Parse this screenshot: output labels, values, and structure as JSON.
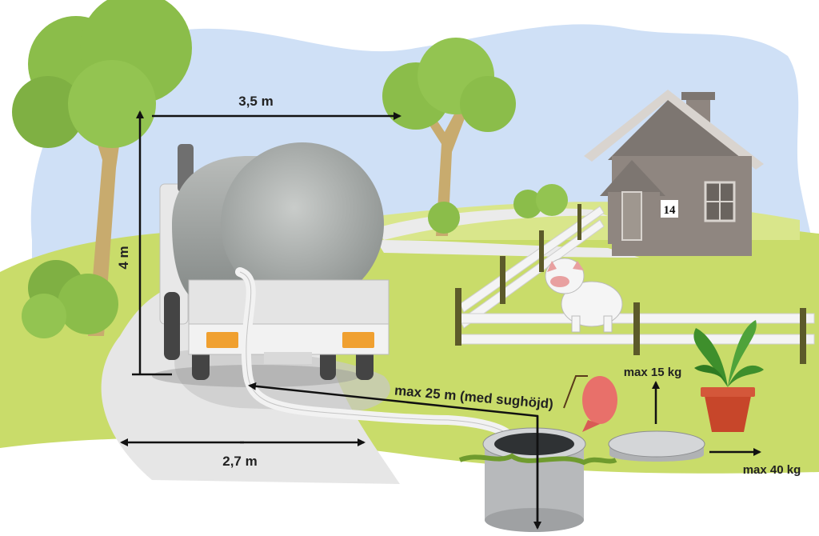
{
  "labels": {
    "width_clearance": "3,5 m",
    "height_clearance": "4 m",
    "road_width": "2,7 m",
    "hose_length": "max 25 m (med sughöjd)",
    "lid_lift": "max 15 kg",
    "lid_push": "max 40 kg",
    "house_number": "14"
  },
  "colors": {
    "sky": "#cfe0f6",
    "grass": "#c9dc6a",
    "grass_light": "#d9e68b",
    "road": "#e6e6e6",
    "tank": "#9ea3a1",
    "house": "#8f8680",
    "roof": "#7d7671",
    "tree_leaves": "#8bbd4a",
    "trunk": "#c8ab6e",
    "arrow": "#111111",
    "pot": "#c7462a",
    "fish": "#e8706a"
  },
  "icons": [
    "septic-truck-icon",
    "house-icon",
    "dog-icon",
    "fence-icon",
    "tree-icon",
    "well-icon",
    "manhole-lid-icon",
    "plant-pot-icon",
    "fish-waste-icon"
  ]
}
